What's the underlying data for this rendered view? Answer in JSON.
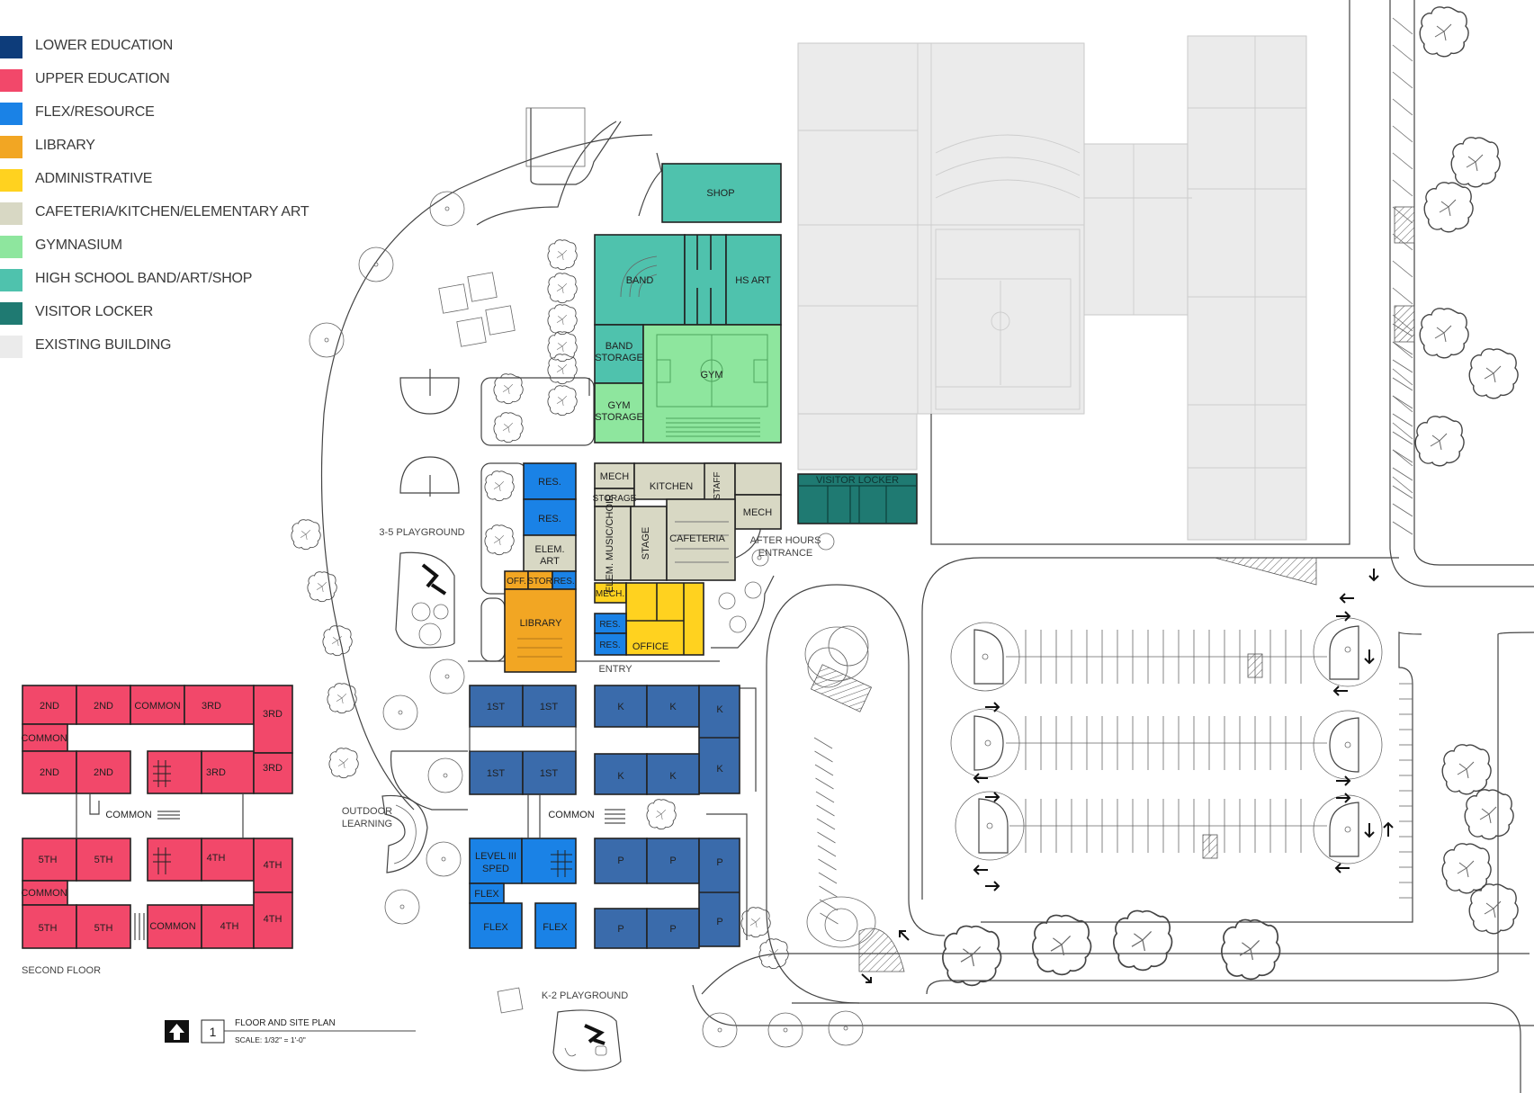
{
  "legend": [
    {
      "label": "LOWER EDUCATION",
      "color": "#0d3c7a"
    },
    {
      "label": "UPPER EDUCATION",
      "color": "#f2486a"
    },
    {
      "label": "FLEX/RESOURCE",
      "color": "#1a82e6"
    },
    {
      "label": "LIBRARY",
      "color": "#f2a623"
    },
    {
      "label": "ADMINISTRATIVE",
      "color": "#ffd21f"
    },
    {
      "label": "CAFETERIA/KITCHEN/ELEMENTARY ART",
      "color": "#d8d8c4"
    },
    {
      "label": "GYMNASIUM",
      "color": "#8ee69e"
    },
    {
      "label": "HIGH SCHOOL BAND/ART/SHOP",
      "color": "#4fc2ad"
    },
    {
      "label": "VISITOR LOCKER",
      "color": "#1f7a72"
    },
    {
      "label": "EXISTING BUILDING",
      "color": "#ebebeb"
    }
  ],
  "rooms": {
    "shop": "SHOP",
    "band": "BAND",
    "hs_art": "HS ART",
    "band_storage_1": "BAND",
    "band_storage_2": "STORAGE",
    "gym": "GYM",
    "gym_storage_1": "GYM",
    "gym_storage_2": "STORAGE",
    "res": "RES.",
    "elem_art_1": "ELEM.",
    "elem_art_2": "ART",
    "mech": "MECH",
    "storage": "STORAGE",
    "kitchen": "KITCHEN",
    "staff": "STAFF",
    "elem_music": "ELEM. MUSIC/CHOIR",
    "stage": "STAGE",
    "cafeteria": "CAFETERIA",
    "visitor_locker": "VISITOR LOCKER",
    "off": "OFF.",
    "stor": "STOR",
    "library": "LIBRARY",
    "mech_admin": "MECH.",
    "office": "OFFICE",
    "first": "1ST",
    "k": "K",
    "p": "P",
    "level_iii_1": "LEVEL III",
    "level_iii_2": "SPED",
    "flex_small": "FLEX",
    "flex": "FLEX",
    "common": "COMMON"
  },
  "site_labels": {
    "playground_35": "3-5 PLAYGROUND",
    "playground_k2": "K-2 PLAYGROUND",
    "after_hours_1": "AFTER HOURS",
    "after_hours_2": "ENTRANCE",
    "entry": "ENTRY",
    "outdoor_1": "OUTDOOR",
    "outdoor_2": "LEARNING"
  },
  "second_floor": {
    "title": "SECOND FLOOR",
    "r2nd": "2ND",
    "r3rd": "3RD",
    "r4th": "4TH",
    "r5th": "5TH",
    "common": "COMMON"
  },
  "title_block": {
    "number": "1",
    "title": "FLOOR AND SITE PLAN",
    "scale": "SCALE: 1/32\" = 1'-0\""
  },
  "icons": {
    "north": "north-arrow-icon",
    "tree": "tree-icon",
    "flow_arrow": "traffic-arrow-icon"
  }
}
